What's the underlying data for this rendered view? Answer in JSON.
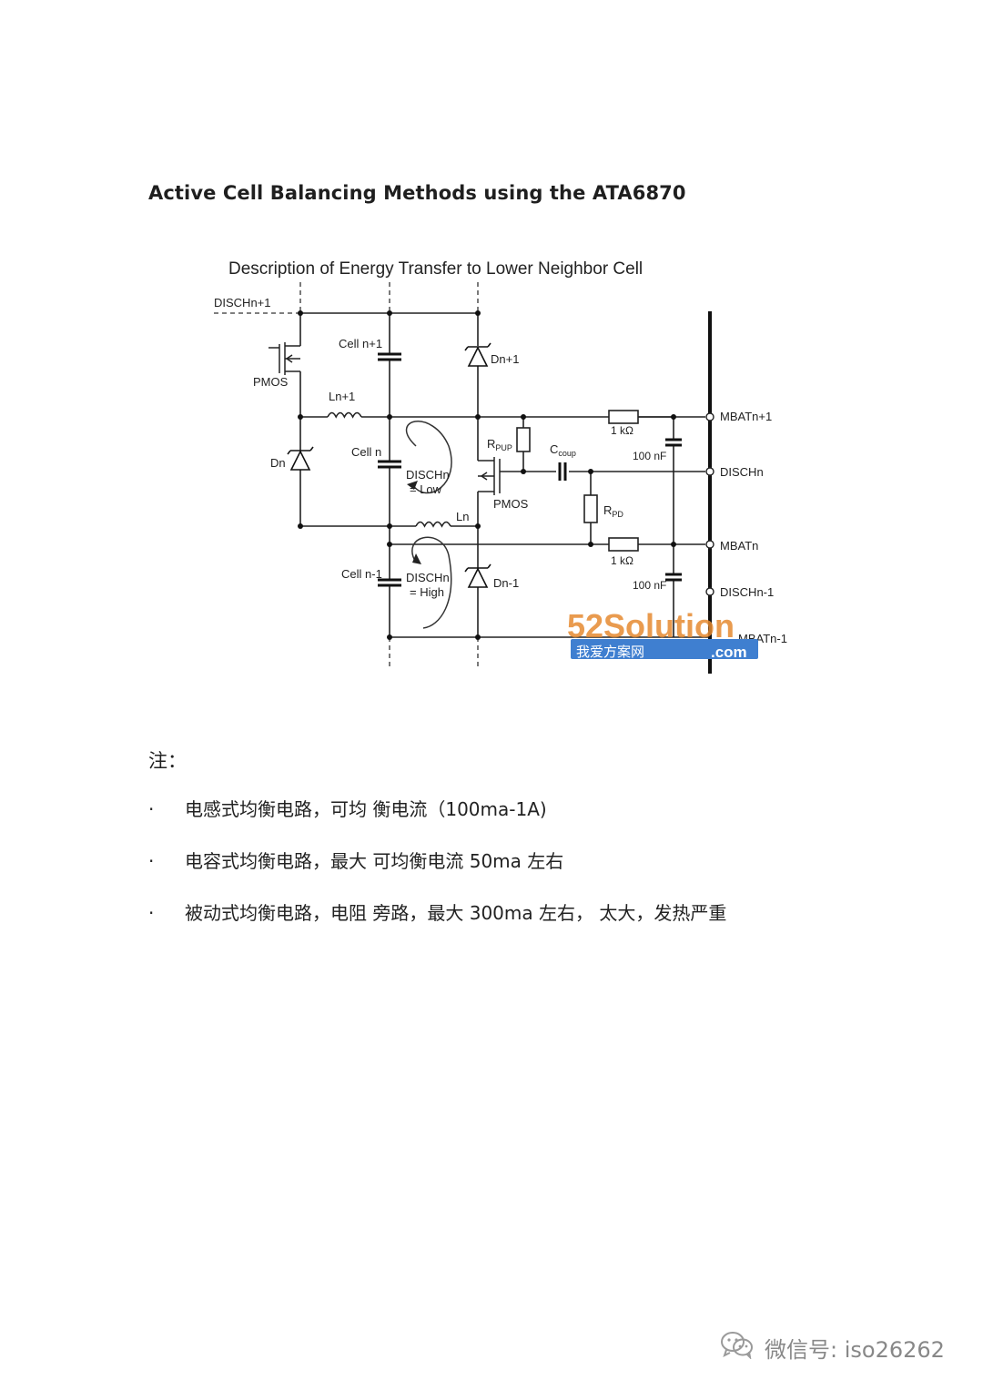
{
  "heading": "Active Cell Balancing Methods using the ATA6870",
  "figure": {
    "title": "Description of Energy Transfer to Lower Neighbor Cell",
    "labels": {
      "dischn1_top": "DISCHn+1",
      "cell_n1": "Cell n+1",
      "dn1": "Dn+1",
      "pmos_left": "PMOS",
      "ln1": "Ln+1",
      "dn": "Dn",
      "cell_n": "Cell n",
      "disch_low_1": "DISCHn",
      "disch_low_2": "= Low",
      "rpup": "R",
      "rpup_sub": "PUP",
      "ccoup": "C",
      "ccoup_sub": "coup",
      "pmos_right": "PMOS",
      "rpd": "R",
      "rpd_sub": "PD",
      "ln": "Ln",
      "res1": "1 kΩ",
      "cap1": "100 nF",
      "res2": "1 kΩ",
      "cap2": "100 nF",
      "cell_nm1": "Cell n-1",
      "disch_high_1": "DISCHn",
      "disch_high_2": "= High",
      "dnm1": "Dn-1",
      "mbatn1": "MBATn+1",
      "dischn": "DISCHn",
      "mbatn": "MBATn",
      "dischnm1": "DISCHn-1",
      "mbatnm1": "MBATn-1"
    },
    "logo": {
      "text": "52Solution",
      "cn": "我爱方案网",
      "com": ".com"
    }
  },
  "note": {
    "title": "注：",
    "items": [
      {
        "bullet": "·",
        "text": "电感式均衡电路，可均  衡电流（100ma-1A)"
      },
      {
        "bullet": "·",
        "text": "电容式均衡电路，最大  可均衡电流 50ma 左右"
      },
      {
        "bullet": "·",
        "text": "被动式均衡电路，电阻  旁路，最大 300ma 左右，  太大，发热严重"
      }
    ]
  },
  "watermark": {
    "text": "微信号: iso26262",
    "icon": "wechat-icon"
  }
}
